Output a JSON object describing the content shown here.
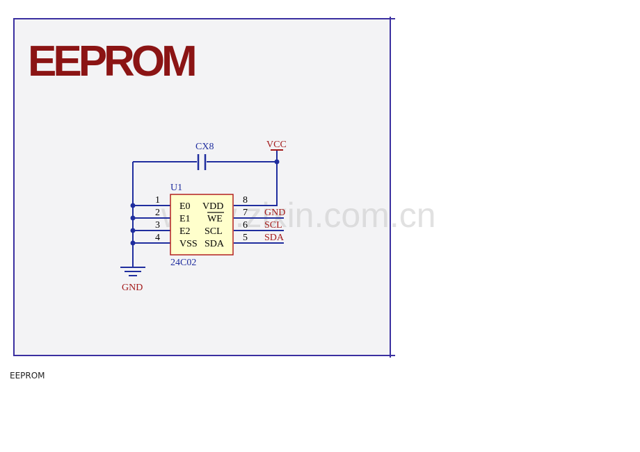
{
  "colors": {
    "frame": "#3a2fa0",
    "frame_bg": "#f3f3f5",
    "wire": "#1f2d9e",
    "title": "#8b1414",
    "chip_fill": "#ffffcc",
    "chip_border": "#b32020",
    "net_label": "#a31a1a",
    "text_blue": "#1f2d9e",
    "pin": "#111111"
  },
  "title": "EEPROM",
  "caption": "EEPROM",
  "watermark": "www.zixin.com.cn",
  "capacitor": {
    "ref": "CX8"
  },
  "power": {
    "vcc": "VCC",
    "gnd": "GND"
  },
  "chip": {
    "ref": "U1",
    "part": "24C02",
    "left_pins": [
      {
        "num": "1",
        "name": "E0"
      },
      {
        "num": "2",
        "name": "E1"
      },
      {
        "num": "3",
        "name": "E2"
      },
      {
        "num": "4",
        "name": "VSS"
      }
    ],
    "right_pins": [
      {
        "num": "8",
        "name": "VDD",
        "net": ""
      },
      {
        "num": "7",
        "name": "WE",
        "net": "GND"
      },
      {
        "num": "6",
        "name": "SCL",
        "net": "SCL"
      },
      {
        "num": "5",
        "name": "SDA",
        "net": "SDA"
      }
    ]
  }
}
